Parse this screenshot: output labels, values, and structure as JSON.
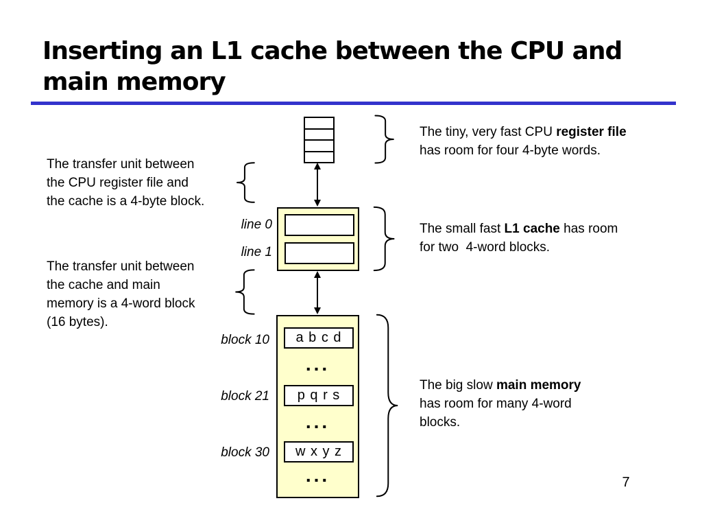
{
  "slide": {
    "title_lines": [
      "Inserting an L1 cache between the CPU and",
      "main memory"
    ],
    "page_number": "7",
    "colors": {
      "accent_blue": "#3333CC",
      "box_fill_yellow": "#FFFFCC",
      "ink": "#000000"
    }
  },
  "register_file": {
    "rows": 4
  },
  "cache": {
    "line_labels": [
      "line 0",
      "line 1"
    ]
  },
  "memory": {
    "block_labels": [
      "block 10",
      "block 21",
      "block 30"
    ],
    "block_values": [
      "a b c d",
      "p q r s",
      "w x y z"
    ],
    "ellipsis": "..."
  },
  "notes_left": {
    "cpu_cache": {
      "lines": [
        "The transfer unit between",
        "the CPU register file and",
        "the cache is a 4-byte block."
      ]
    },
    "cache_memory": {
      "lines": [
        "The transfer unit between",
        "the cache and main",
        "memory is a 4-word block",
        "(16 bytes)."
      ]
    }
  },
  "callouts_right": {
    "register": {
      "pre": "The tiny, very fast CPU ",
      "bold": "register file",
      "line2": "has room for four 4-byte words."
    },
    "l1": {
      "pre": "The small fast ",
      "bold": "L1 cache",
      "post": " has room",
      "line2": "for two  4-word blocks."
    },
    "memory": {
      "pre": "The big slow ",
      "bold": "main memory",
      "line2": "has room for many 4-word",
      "line3": "blocks."
    }
  }
}
